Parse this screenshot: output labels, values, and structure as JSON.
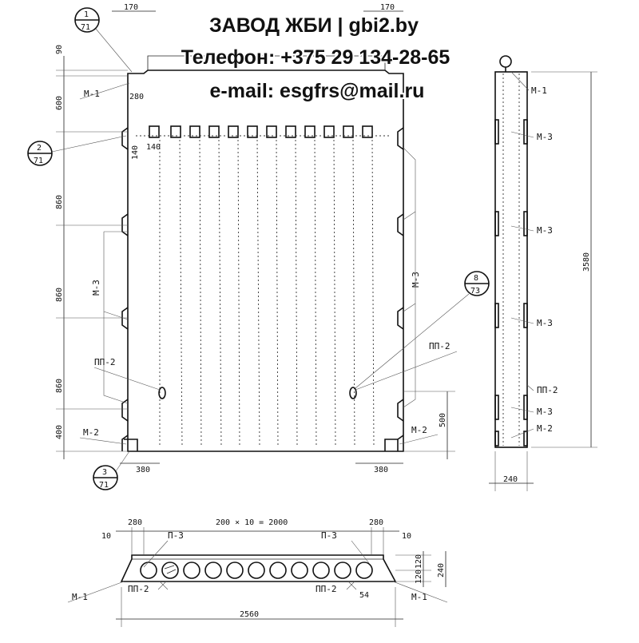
{
  "header": {
    "line1": "ЗАВОД ЖБИ | gbi2.by",
    "line2": "Телефон: +375 29 134-28-65",
    "line3": "e-mail: esgfrs@mail.ru"
  },
  "callouts": {
    "c1_top": "1",
    "c1_bot": "71",
    "c2_top": "2",
    "c2_bot": "71",
    "c3_top": "3",
    "c3_bot": "71",
    "c8_top": "8",
    "c8_bot": "73"
  },
  "labels": {
    "m1": "М-1",
    "m2": "М-2",
    "m3": "М-3",
    "pp2": "ПП-2",
    "p3": "П-3"
  },
  "dims": {
    "top_170_left": "170",
    "top_170_right": "170",
    "d90": "90",
    "d600": "600",
    "d860": "860",
    "d400": "400",
    "d280": "280",
    "d140": "140",
    "d380": "380",
    "d500": "500",
    "d3580": "3580",
    "d240": "240",
    "d200x10": "200 × 10 = 2000",
    "d10": "10",
    "d120": "120",
    "d54": "54",
    "d2560": "2560"
  }
}
